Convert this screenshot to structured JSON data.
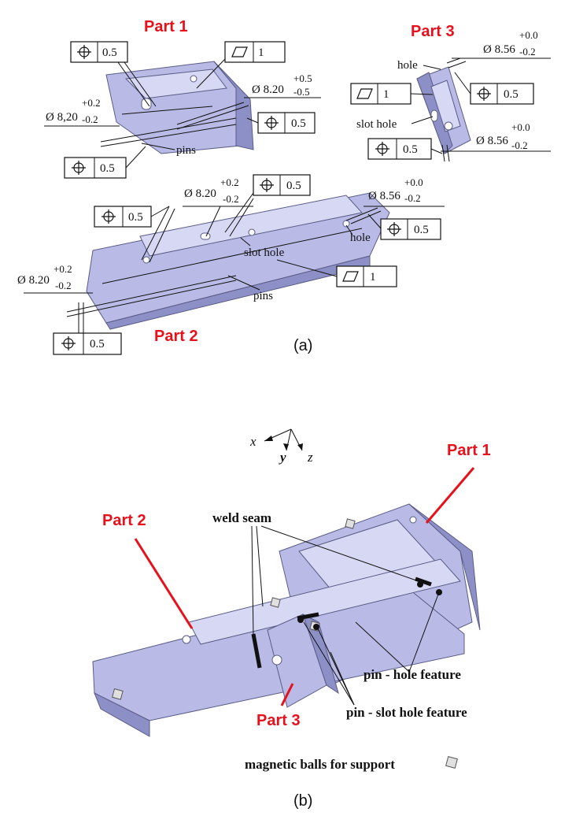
{
  "panel_a": {
    "caption": "(a)",
    "part1": {
      "label": "Part 1",
      "dim_dia": "Ø 8.20",
      "dim_tol_upper": "+0.5",
      "dim_tol_lower": "-0.5",
      "dim2_dia": "Ø 8,20",
      "dim2_tol_upper": "+0.2",
      "dim2_tol_lower": "-0.2",
      "pins": "pins",
      "fcf_pos_top": "0.5",
      "fcf_flat": "1",
      "fcf_pos_right": "0.5",
      "fcf_pos_bottom": "0.5"
    },
    "part3": {
      "label": "Part 3",
      "dim_dia": "Ø 8.56",
      "dim_tol_upper": "+0.0",
      "dim_tol_lower": "-0.2",
      "dim2_dia": "Ø 8.56",
      "dim2_tol_upper": "+0.0",
      "dim2_tol_lower": "-0.2",
      "hole": "hole",
      "slot_hole": "slot hole",
      "fcf_flat": "1",
      "fcf_pos_right": "0.5",
      "fcf_pos_bottom": "0.5"
    },
    "part2": {
      "label": "Part 2",
      "dim_dia": "Ø 8.20",
      "dim_tol_upper": "+0.2",
      "dim_tol_lower": "-0.2",
      "dim_right_dia": "Ø 8.56",
      "dim_right_tol_upper": "+0.0",
      "dim_right_tol_lower": "-0.2",
      "dim_left_dia": "Ø 8.20",
      "dim_left_tol_upper": "+0.2",
      "dim_left_tol_lower": "-0.2",
      "hole": "hole",
      "slot_hole": "slot hole",
      "pins": "pins",
      "fcf_pos_top": "0.5",
      "fcf_pos_left": "0.5",
      "fcf_pos_right": "0.5",
      "fcf_flat": "1",
      "fcf_pos_bottom": "0.5"
    }
  },
  "panel_b": {
    "caption": "(b)",
    "axes": {
      "x": "x",
      "y": "y",
      "z": "z"
    },
    "part1_label": "Part 1",
    "part2_label": "Part 2",
    "part3_label": "Part 3",
    "weld_seam": "weld seam",
    "pin_hole_feature": "pin - hole feature",
    "pin_slot_hole_feature": "pin - slot hole feature",
    "magnetic_balls": "magnetic balls for support"
  },
  "colors": {
    "part_labels": "#e8101a",
    "part_body": "#b9bbe6"
  }
}
